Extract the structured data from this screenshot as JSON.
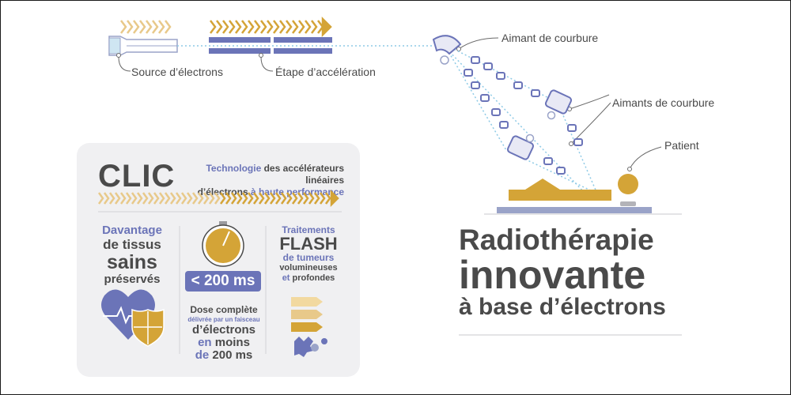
{
  "labels": {
    "source": "Source d’électrons",
    "accel": "Étape d’accélération",
    "bend_magnet": "Aimant de courbure",
    "bend_magnets": "Aimants de courbure",
    "patient": "Patient"
  },
  "card": {
    "clic": "CLIC",
    "tech_word": "Technologie",
    "tech_rest1": " des accélérateurs linéaires",
    "tech_line2a": "d’électrons ",
    "tech_line2b": "à haute performance",
    "col1": {
      "l1": "Davantage",
      "l2": "de tissus",
      "l3": "sains",
      "l4": "préservés"
    },
    "badge": "< 200 ms",
    "col2": {
      "l1": "Dose complète",
      "l2": "délivrée par un faisceau",
      "l3": "d’électrons",
      "l4a": "en",
      "l4b": " moins",
      "l5a": "de",
      "l5b": " 200 ms"
    },
    "col3": {
      "l1": "Traitements",
      "l2": "FLASH",
      "l3": "de tumeurs",
      "l4": "volumineuses",
      "l5a": "et",
      "l5b": " profondes"
    }
  },
  "title": {
    "line1": "Radiothérapie",
    "line2": "innovante",
    "line3": "à base d’électrons"
  },
  "colors": {
    "accent_blue": "#6b74b8",
    "accent_gold": "#d4a437",
    "text_gray": "#4a4a4a"
  },
  "icons": [
    "heart-icon",
    "shield-icon",
    "stopwatch-icon",
    "tumor-cells-icon",
    "chevron-arrow-icon"
  ]
}
